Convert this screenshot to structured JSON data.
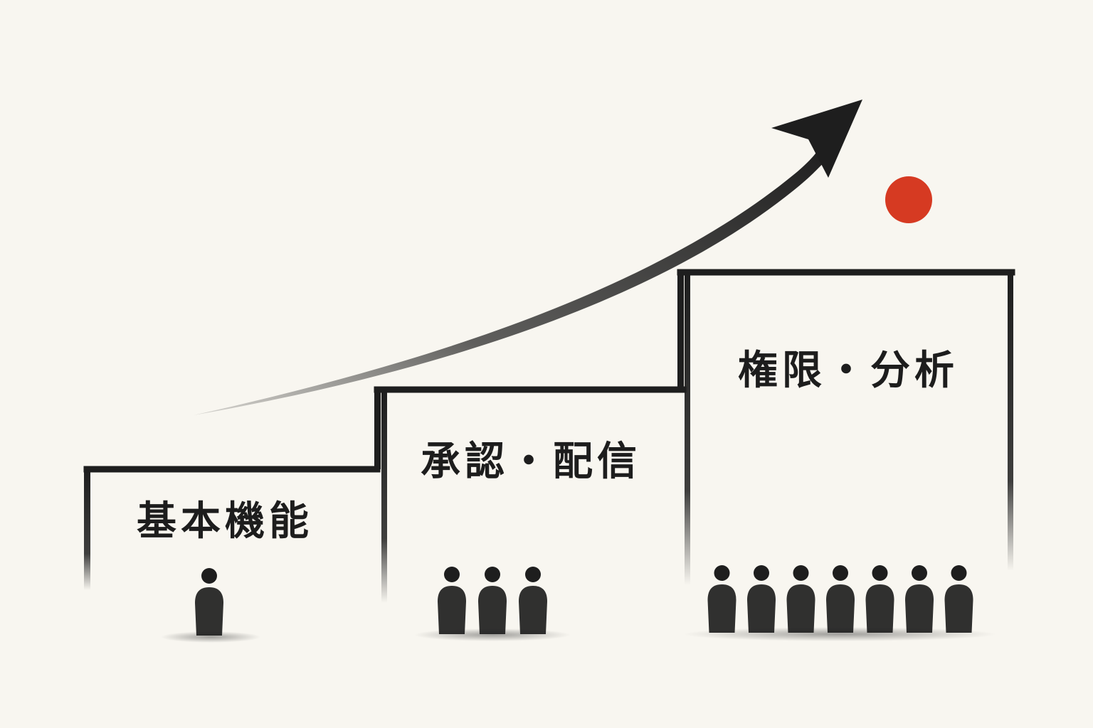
{
  "steps": [
    {
      "label": "基本機能",
      "people": 1
    },
    {
      "label": "承認・配信",
      "people": 3
    },
    {
      "label": "権限・分析",
      "people": 7
    }
  ],
  "colors": {
    "background": "#f8f6f0",
    "ink": "#1e1e1e",
    "sun": "#d63a22"
  },
  "icons": {
    "arrow": "rising-arrow-icon",
    "sun": "red-circle-icon",
    "person": "person-icon"
  }
}
